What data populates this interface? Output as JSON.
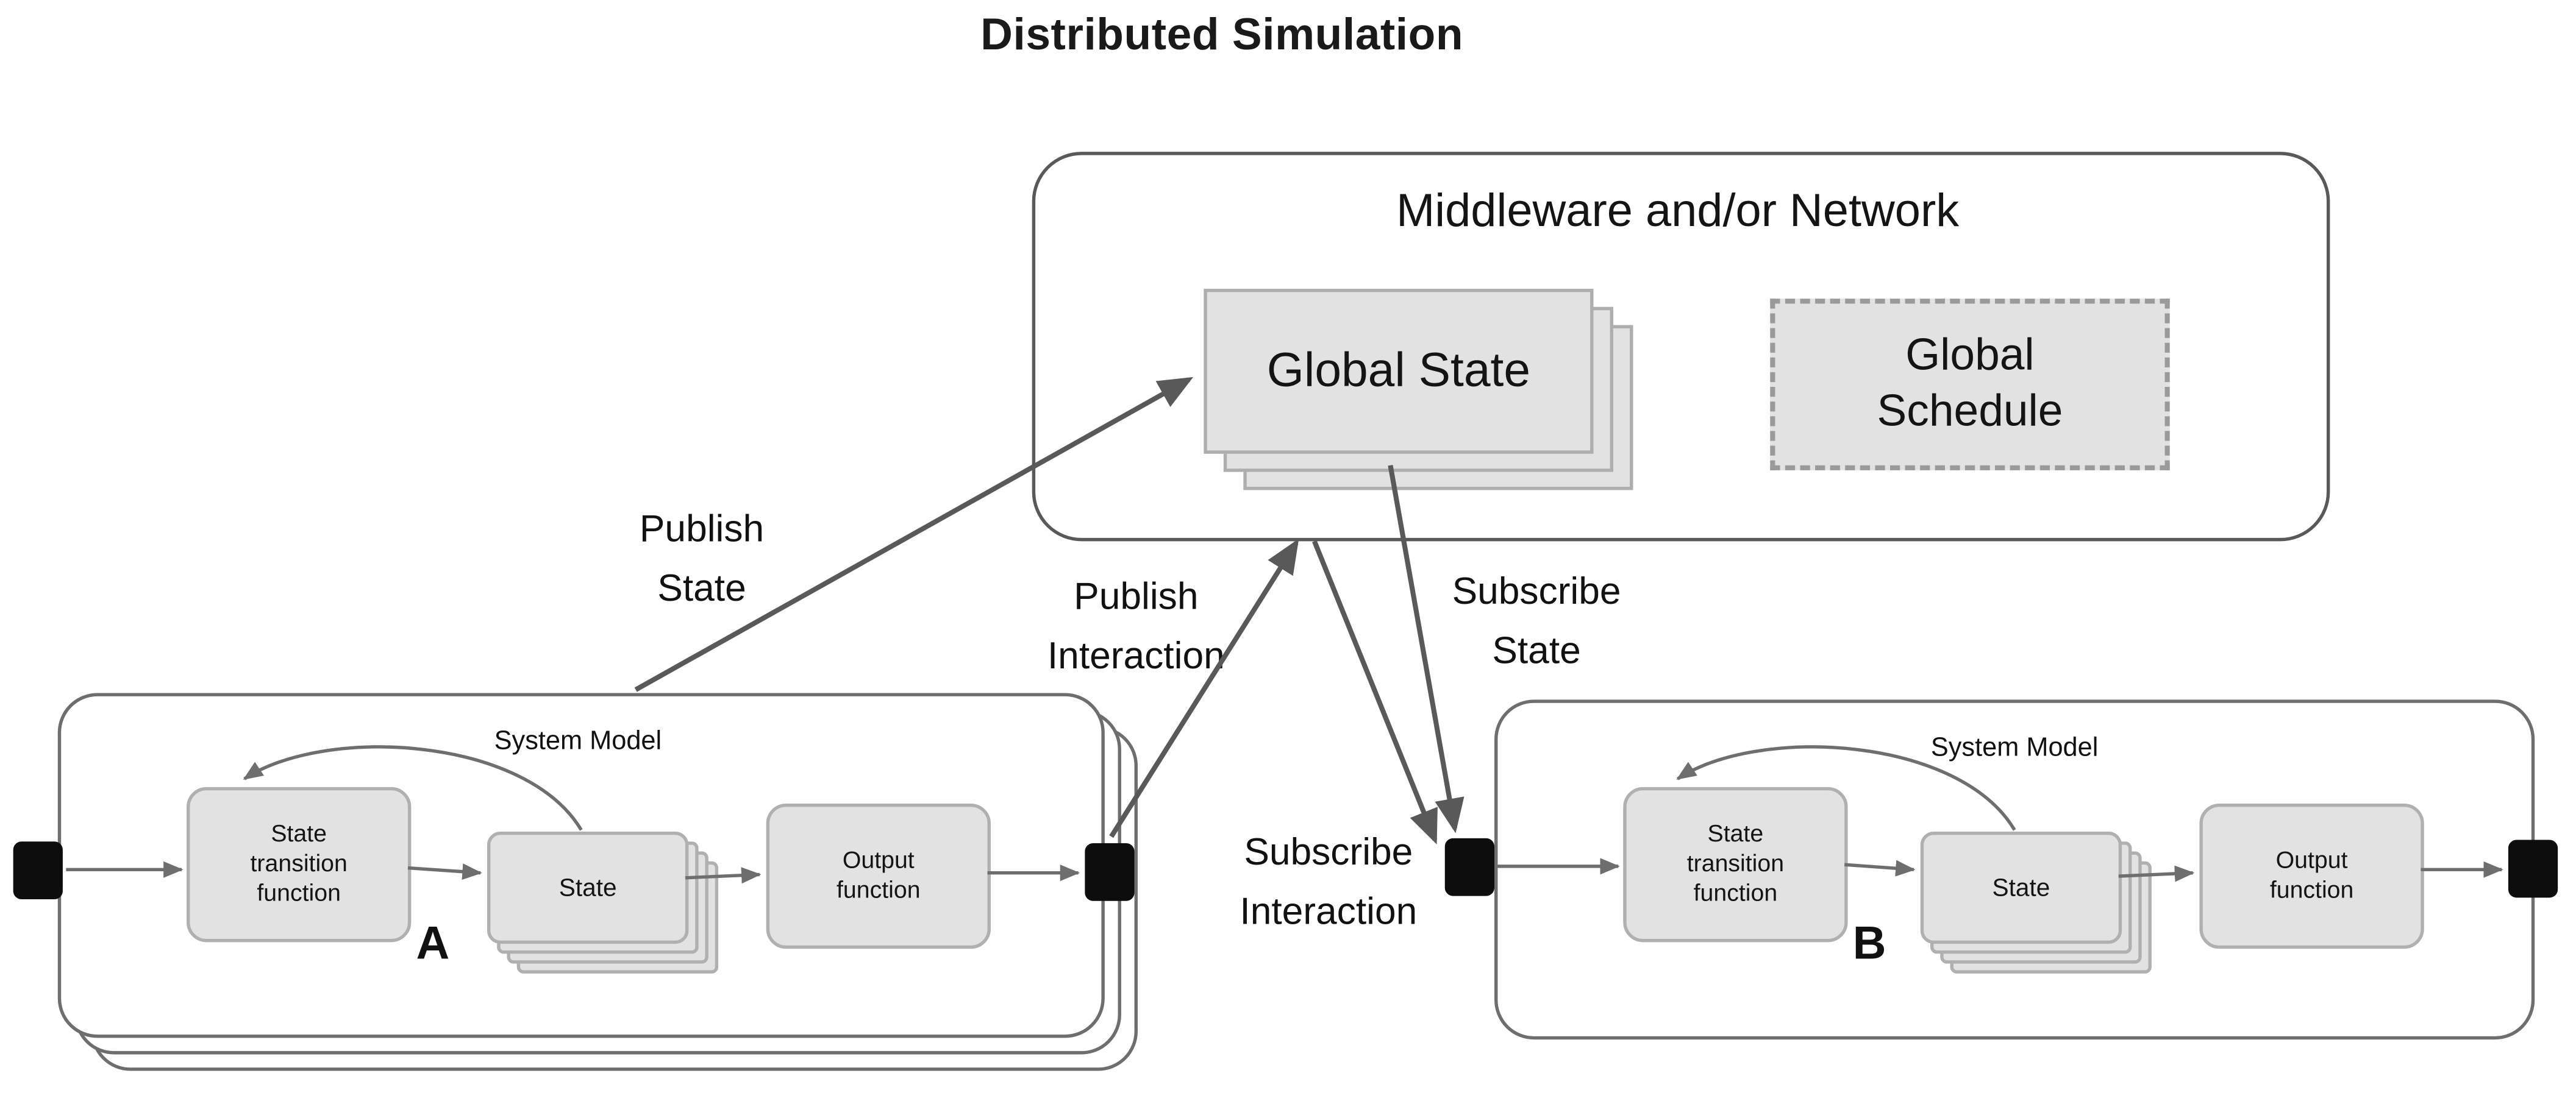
{
  "title": "Distributed Simulation",
  "middleware": {
    "title": "Middleware and/or Network",
    "global_state": "Global State",
    "global_schedule": "Global\nSchedule"
  },
  "flows": {
    "publish_state": "Publish\nState",
    "publish_interaction": "Publish\nInteraction",
    "subscribe_state": "Subscribe\nState",
    "subscribe_interaction": "Subscribe\nInteraction"
  },
  "systems": [
    {
      "label": "System Model",
      "name": "A",
      "transition": "State\ntransition\nfunction",
      "state": "State",
      "output": "Output\nfunction"
    },
    {
      "label": "System Model",
      "name": "B",
      "transition": "State\ntransition\nfunction",
      "state": "State",
      "output": "Output\nfunction"
    }
  ],
  "colors": {
    "arrow": "#595959",
    "inner_arrow": "#6e6e6e",
    "box_fill": "#e2e2e2",
    "box_border": "#b0b0b0",
    "outline": "#595959"
  }
}
